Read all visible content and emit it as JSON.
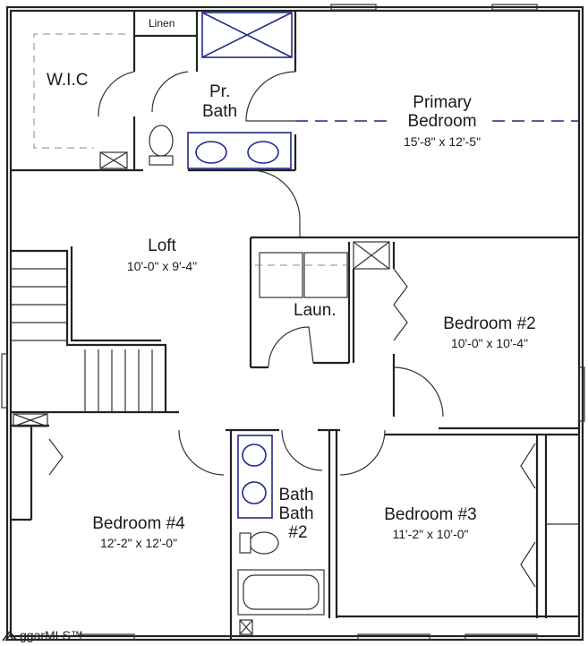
{
  "rooms": {
    "wic": {
      "name": "W.I.C"
    },
    "linen": {
      "name": "Linen"
    },
    "primary_bath": {
      "name_line1": "Pr.",
      "name_line2": "Bath"
    },
    "primary_bedroom": {
      "name_line1": "Primary",
      "name_line2": "Bedroom",
      "dims": "15'-8\" x 12'-5\""
    },
    "loft": {
      "name": "Loft",
      "dims": "10'-0\" x 9'-4\""
    },
    "laundry": {
      "name": "Laun."
    },
    "bedroom2": {
      "name": "Bedroom #2",
      "dims": "10'-0\" x 10'-4\""
    },
    "bedroom4": {
      "name": "Bedroom #4",
      "dims": "12'-2\" x 12'-0\""
    },
    "bath2": {
      "name_line1": "Bath",
      "name_line2": "Bath",
      "name_line3": "#2"
    },
    "bedroom3": {
      "name": "Bedroom #3",
      "dims": "11'-2\" x 10'-0\""
    }
  },
  "watermark": {
    "text": "ggarMLS™"
  },
  "colors": {
    "accent": "#1f2a8a",
    "wall": "#222222"
  }
}
